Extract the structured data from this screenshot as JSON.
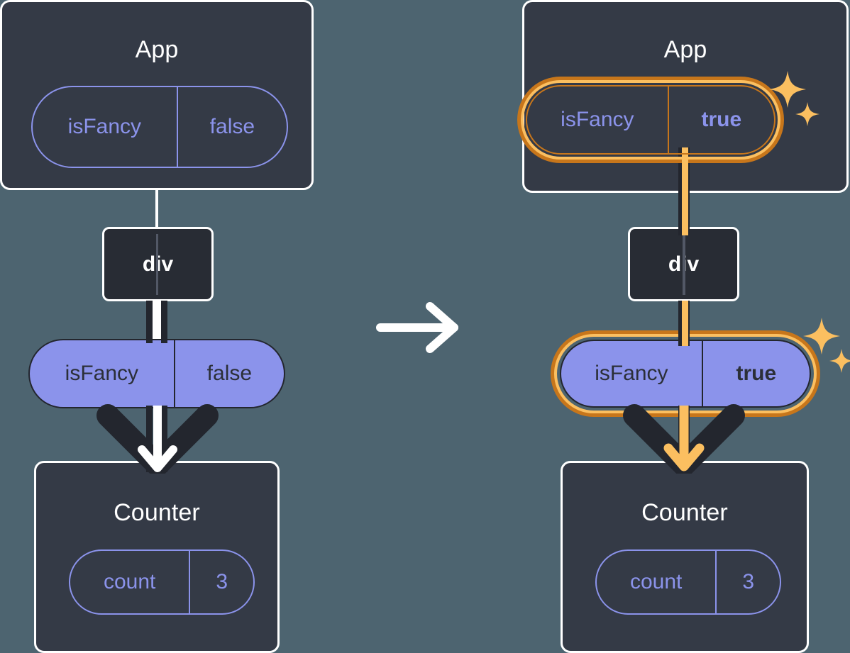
{
  "diagram": {
    "title": "React state update diagram",
    "colors": {
      "background": "#4d6470",
      "card": "#343a46",
      "card_border": "#ffffff",
      "pill_purple": "#8b93eb",
      "pill_text_dark": "#2b2f38",
      "highlight_outer": "#c7761b",
      "highlight_inner": "#fbbf60",
      "line_dark": "#23262e",
      "line_white": "#ffffff"
    },
    "transition_icon": "arrow-right-icon"
  },
  "panels": [
    {
      "id": "before",
      "app": {
        "title": "App",
        "state": {
          "name": "isFancy",
          "value": "false",
          "highlighted": false,
          "bold_value": false
        }
      },
      "div": {
        "label": "div"
      },
      "prop": {
        "name": "isFancy",
        "value": "false",
        "highlighted": false,
        "bold_value": false
      },
      "counter": {
        "title": "Counter",
        "state": {
          "name": "count",
          "value": "3",
          "highlighted": false
        }
      }
    },
    {
      "id": "after",
      "app": {
        "title": "App",
        "state": {
          "name": "isFancy",
          "value": "true",
          "highlighted": true,
          "bold_value": true
        }
      },
      "div": {
        "label": "div"
      },
      "prop": {
        "name": "isFancy",
        "value": "true",
        "highlighted": true,
        "bold_value": true
      },
      "counter": {
        "title": "Counter",
        "state": {
          "name": "count",
          "value": "3",
          "highlighted": false
        }
      }
    }
  ]
}
